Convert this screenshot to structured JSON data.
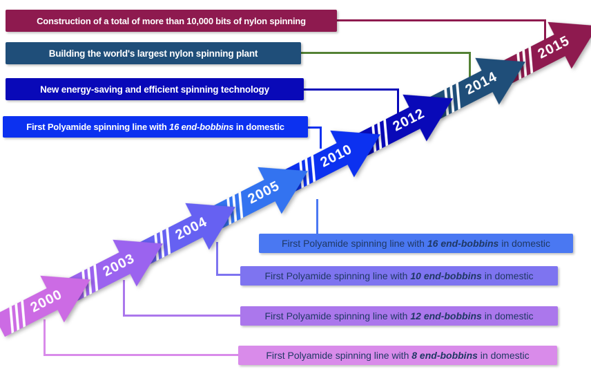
{
  "page": {
    "background": "#FFFFFF"
  },
  "top_labels": [
    {
      "text": "Construction of a total of more than 10,000 bits of nylon spinning",
      "color": "#8E1A4F"
    },
    {
      "text": "Building the world's largest nylon spinning plant",
      "color": "#1F4E79",
      "connector_color": "#548235"
    },
    {
      "text": "New energy-saving and efficient spinning technology",
      "color": "#0909B8"
    },
    {
      "prefix": "First Polyamide spinning line with ",
      "emphasis": "16 end-bobbins",
      "suffix": " in domestic",
      "color": "#0C31F0"
    }
  ],
  "timeline": {
    "arrows": [
      {
        "year": "2000",
        "color": "#CC6BE4"
      },
      {
        "year": "2003",
        "color": "#9B63EF"
      },
      {
        "year": "2004",
        "color": "#6661F2"
      },
      {
        "year": "2005",
        "color": "#3373F0"
      },
      {
        "year": "2010",
        "color": "#0C31F0"
      },
      {
        "year": "2012",
        "color": "#0909B8"
      },
      {
        "year": "2014",
        "color": "#1F4E79"
      },
      {
        "year": "2015",
        "color": "#8E1A4F"
      }
    ]
  },
  "bottom_labels": [
    {
      "prefix": "First Polyamide spinning line with ",
      "emphasis": "16 end-bobbins",
      "suffix": " in domestic",
      "color": "#4A78F2",
      "text_color": "#1F3864"
    },
    {
      "prefix": "First Polyamide spinning line with ",
      "emphasis": "10 end-bobbins",
      "suffix": " in domestic",
      "color": "#7E74F0",
      "text_color": "#1F3864"
    },
    {
      "prefix": "First Polyamide spinning line with ",
      "emphasis": "12 end-bobbins",
      "suffix": " in domestic",
      "color": "#AB77EC",
      "text_color": "#1F3864"
    },
    {
      "prefix": "First Polyamide spinning line with ",
      "emphasis": "8 end-bobbins",
      "suffix": " in domestic",
      "color": "#D98BEA",
      "text_color": "#1F3864"
    }
  ]
}
